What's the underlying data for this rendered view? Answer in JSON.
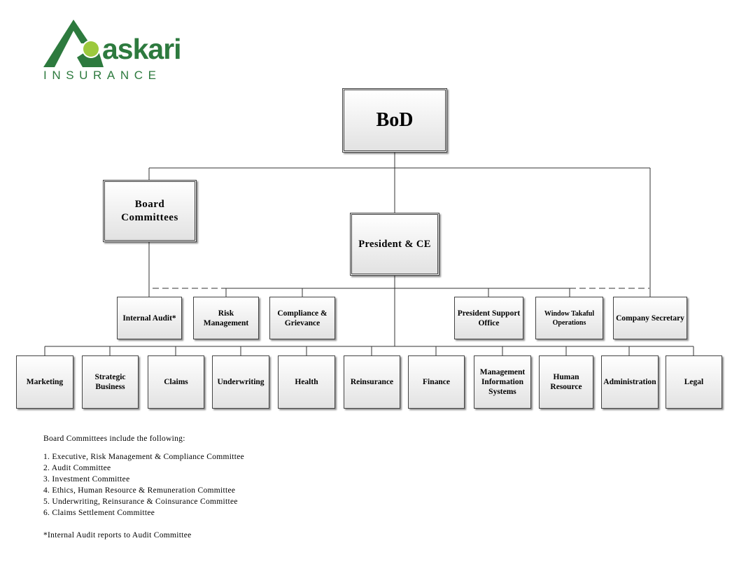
{
  "logo": {
    "word": "askari",
    "sub": "INSURANCE",
    "color": "#2d7a3e",
    "dot_color": "#9cc93d"
  },
  "chart": {
    "bod": "BoD",
    "board_committees": "Board\nCommittees",
    "president": "President & CE",
    "mid_row": [
      "Internal Audit*",
      "Risk\nManagement",
      "Compliance &\nGrievance",
      "President Support\nOffice",
      "Window Takaful\nOperations",
      "Company Secretary"
    ],
    "bottom_row": [
      "Marketing",
      "Strategic\nBusiness",
      "Claims",
      "Underwriting",
      "Health",
      "Reinsurance",
      "Finance",
      "Management\nInformation\nSystems",
      "Human\nResource",
      "Administration",
      "Legal"
    ]
  },
  "notes": {
    "title": "Board Committees include the following:",
    "items": [
      "1. Executive, Risk Management & Compliance Committee",
      "2. Audit Committee",
      "3. Investment Committee",
      "4. Ethics, Human Resource & Remuneration Committee",
      "5. Underwriting, Reinsurance & Coinsurance Committee",
      "6. Claims Settlement Committee"
    ],
    "footnote": "*Internal Audit reports to Audit Committee"
  }
}
